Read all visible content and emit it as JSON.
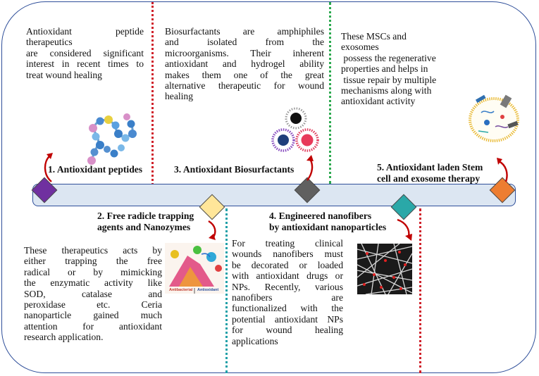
{
  "colors": {
    "border": "#2f4f9a",
    "timeline": "#dce6f2",
    "divider_red": "#d0202a",
    "divider_green": "#2ca94f",
    "divider_teal": "#20a0a8",
    "diamond_1": "#7030a0",
    "diamond_2": "#ffe699",
    "diamond_3": "#606060",
    "diamond_4": "#2aa8a8",
    "diamond_5": "#ed7d31",
    "arrow": "#c00000"
  },
  "stages": [
    {
      "label": "1. Antioxidant peptides",
      "description_lines": [
        "Antioxidant peptide",
        "therapeutics",
        "are considered significant",
        "interest in  recent times to",
        "treat wound healing"
      ],
      "icon": "peptide-chain-icon"
    },
    {
      "label_lines": [
        "2. Free radicle trapping",
        "agents and Nanozymes"
      ],
      "description_lines": [
        "These therapeutics acts by",
        "either trapping the free",
        "radical or by mimicking",
        "the enzymatic activity like",
        "SOD, catalase and",
        "peroxidase etc. Ceria",
        "nanoparticle gained much",
        "attention for antioxidant",
        "research application."
      ],
      "icon": "nanozyme-icon",
      "image_labels": [
        "Antibacterial",
        "Antioxidant"
      ]
    },
    {
      "label": "3. Antioxidant Biosurfactants",
      "description_lines": [
        "Biosurfactants are amphiphiles",
        "and isolated from the",
        "microorganisms. Their inherent",
        "antioxidant and hydrogel ability",
        "makes them one of the great",
        "alternative therapeutic for wound",
        "healing"
      ],
      "icon": "micelle-icon"
    },
    {
      "label_lines": [
        "4.  Engineered nanofibers",
        "by antioxidant nanoparticles"
      ],
      "description_lines": [
        "For treating clinical",
        "wounds nanofibers must",
        "be decorated or loaded",
        "with antioxidant drugs or",
        "NPs. Recently, various",
        "nanofibers are",
        "functionalized with the",
        "potential antioxidant NPs",
        "for wound healing",
        "applications"
      ],
      "icon": "nanofiber-mesh-icon"
    },
    {
      "label_lines": [
        "5. Antioxidant laden Stem",
        "cell and exosome therapy"
      ],
      "description_lines": [
        "These MSCs and",
        "exosomes",
        " possess the regenerative",
        "properties and helps in",
        " tissue repair by multiple",
        "mechanisms along with",
        "antioxidant activity"
      ],
      "icon": "exosome-icon"
    }
  ]
}
